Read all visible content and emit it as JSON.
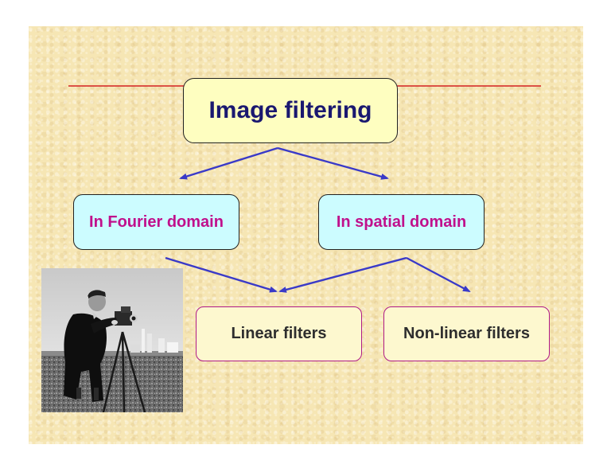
{
  "diagram": {
    "title": "Image filtering",
    "domains": {
      "fourier": "In Fourier domain",
      "spatial": "In spatial domain"
    },
    "filters": {
      "linear": "Linear filters",
      "nonlinear": "Non-linear filters"
    }
  },
  "colors": {
    "slide_background": "#f6e6b4",
    "title_text": "#1a1870",
    "title_box": "#fefec0",
    "domain_text": "#c0108c",
    "domain_box": "#ccfcff",
    "filter_text": "#2e2e2e",
    "filter_box": "#fdf8cf",
    "filter_border": "#b01a88",
    "arrow": "#3a3ac8",
    "rule_line": "#d42020"
  },
  "image": {
    "subject": "cameraman-photo"
  }
}
